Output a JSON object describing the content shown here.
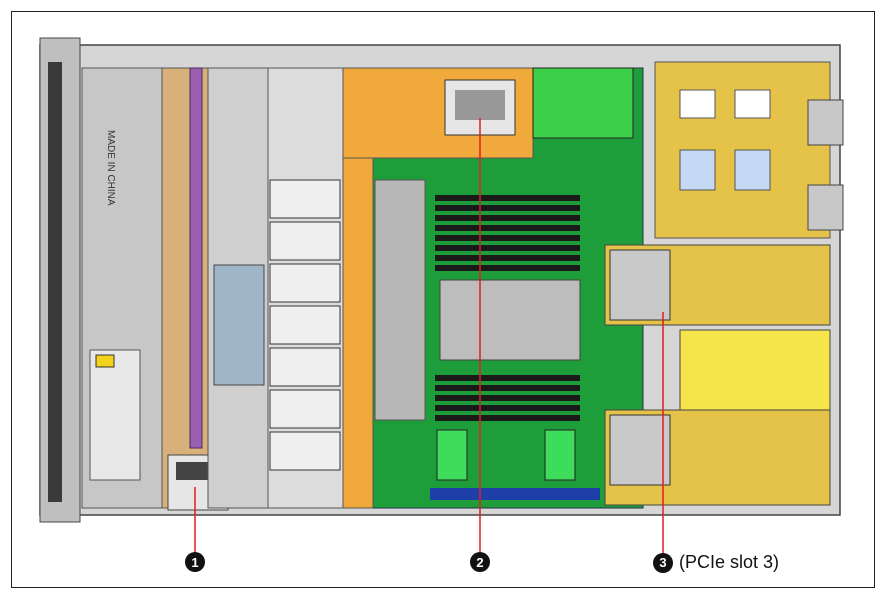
{
  "callouts": [
    {
      "number": "1",
      "text": ""
    },
    {
      "number": "2",
      "text": ""
    },
    {
      "number": "3",
      "text": "(PCIe slot 3)"
    }
  ],
  "colors": {
    "chassis": "#c9c9c9",
    "motherboard": "#1e9e3a",
    "cpu_area": "#f2a93b",
    "riser": "#e5c348",
    "callout_line": "#e31b23",
    "heatsink": "#b0b0b0",
    "memory": "#1a1a1a"
  },
  "icons": [
    "disk-bay-icon",
    "fan-module-icon",
    "heatsink-icon",
    "memory-slot-icon",
    "riser-card-icon",
    "psu-icon"
  ]
}
